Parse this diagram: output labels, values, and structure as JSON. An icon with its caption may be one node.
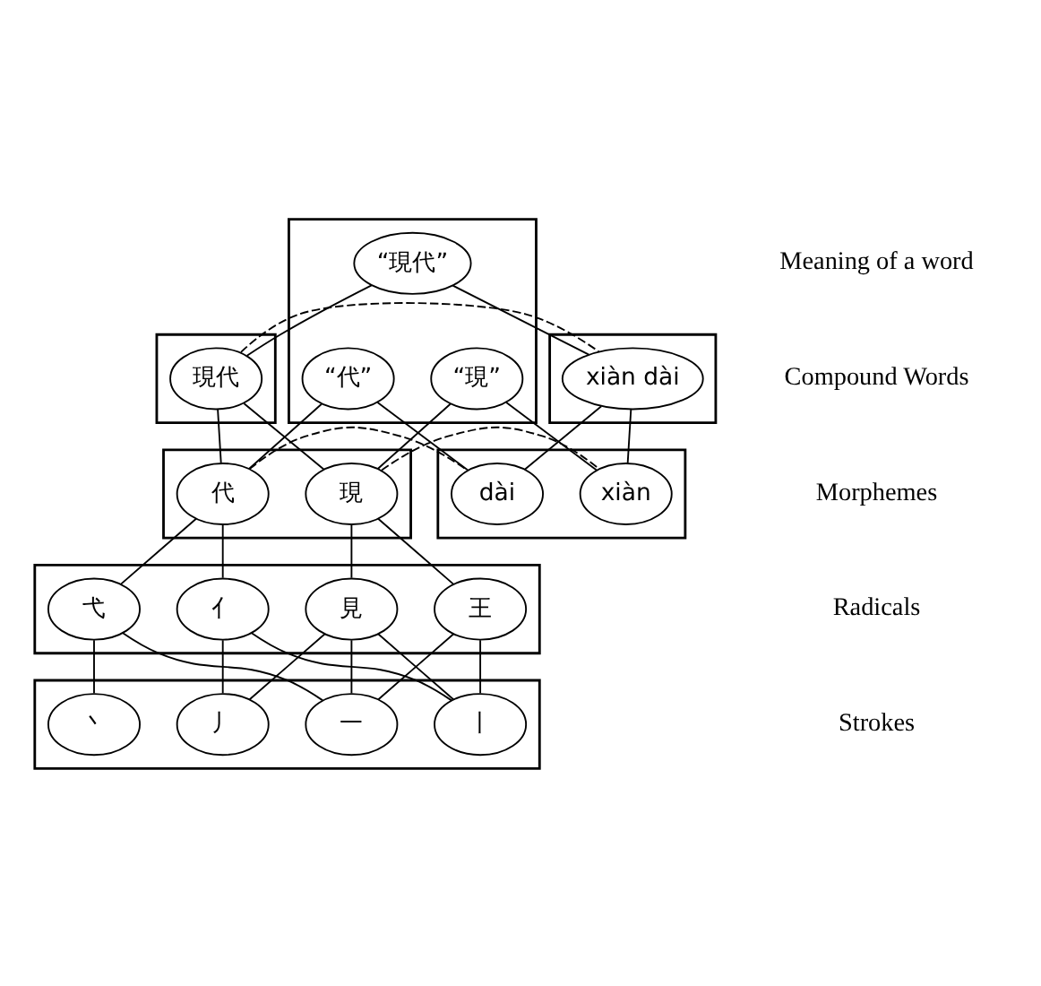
{
  "diagram": {
    "nodes": [
      {
        "text": [],
        "shape": "box"
      },
      {
        "text": [
          "“現代”"
        ],
        "in": 0
      },
      {
        "text": [
          "“現”"
        ],
        "in": 0
      },
      {
        "text": [
          "“代”"
        ],
        "in": 0
      },
      {
        "text": [],
        "shape": "box"
      },
      {
        "text": [
          "現代"
        ],
        "in": 4
      },
      {
        "text": [],
        "shape": "box"
      },
      {
        "text": [
          "xiàn dài"
        ],
        "in": 6
      },
      {
        "text": [],
        "shape": "box"
      },
      {
        "text": [
          "現"
        ],
        "in": 8
      },
      {
        "text": [
          "代"
        ],
        "in": 8
      },
      {
        "text": [],
        "shape": "box"
      },
      {
        "text": [
          "dài"
        ],
        "in": 11
      },
      {
        "text": [
          "xiàn"
        ],
        "in": 11
      },
      {
        "text": [],
        "shape": "box"
      },
      {
        "text": [
          "王"
        ],
        "in": 14
      },
      {
        "text": [
          "見"
        ],
        "in": 14
      },
      {
        "text": [
          "亻"
        ],
        "in": 14
      },
      {
        "text": [
          "弋"
        ],
        "in": 14
      },
      {
        "text": [],
        "shape": "box"
      },
      {
        "text": [
          "丶"
        ],
        "in": 19
      },
      {
        "text": [
          "丨"
        ],
        "in": 19
      },
      {
        "text": [
          "一"
        ],
        "in": 19
      },
      {
        "text": [
          "丿"
        ],
        "in": 19
      }
    ],
    "edges": [
      {
        "from": 1,
        "to": 5,
        "arrow": "none"
      },
      {
        "from": 1,
        "to": 7,
        "arrow": "none"
      },
      {
        "from": 2,
        "to": 9,
        "arrow": "none"
      },
      {
        "from": 2,
        "to": 13,
        "arrow": "none"
      },
      {
        "from": 3,
        "to": 10,
        "arrow": "none"
      },
      {
        "from": 3,
        "to": 12,
        "arrow": "none"
      },
      {
        "from": 5,
        "to": 7,
        "arrow": "none",
        "style": "dashed"
      },
      {
        "from": 5,
        "to": 9,
        "arrow": "none"
      },
      {
        "from": 5,
        "to": 10,
        "arrow": "none"
      },
      {
        "from": 7,
        "to": 13,
        "arrow": "none"
      },
      {
        "from": 7,
        "to": 12,
        "arrow": "none"
      },
      {
        "from": 10,
        "to": 12,
        "arrow": "none",
        "style": "dashed"
      },
      {
        "from": 9,
        "to": 13,
        "arrow": "none",
        "style": "dashed"
      },
      {
        "from": 9,
        "to": 15,
        "arrow": "none"
      },
      {
        "from": 9,
        "to": 16,
        "arrow": "none"
      },
      {
        "from": 10,
        "to": 17,
        "arrow": "none"
      },
      {
        "from": 10,
        "to": 18,
        "arrow": "none"
      },
      {
        "from": 15,
        "to": 22,
        "arrow": "none"
      },
      {
        "from": 15,
        "to": 21,
        "arrow": "none"
      },
      {
        "from": 16,
        "to": 22,
        "arrow": "none"
      },
      {
        "from": 16,
        "to": 23,
        "arrow": "none"
      },
      {
        "from": 16,
        "to": 21,
        "arrow": "none"
      },
      {
        "from": 17,
        "to": 23,
        "arrow": "none"
      },
      {
        "from": 17,
        "to": 21,
        "arrow": "none"
      },
      {
        "from": 18,
        "to": 20,
        "arrow": "none"
      },
      {
        "from": 18,
        "to": 22,
        "arrow": "none"
      }
    ],
    "labels": [
      "Meaning of a word",
      "Compound Words",
      "Morphemes",
      "Radicals",
      "Strokes"
    ]
  }
}
